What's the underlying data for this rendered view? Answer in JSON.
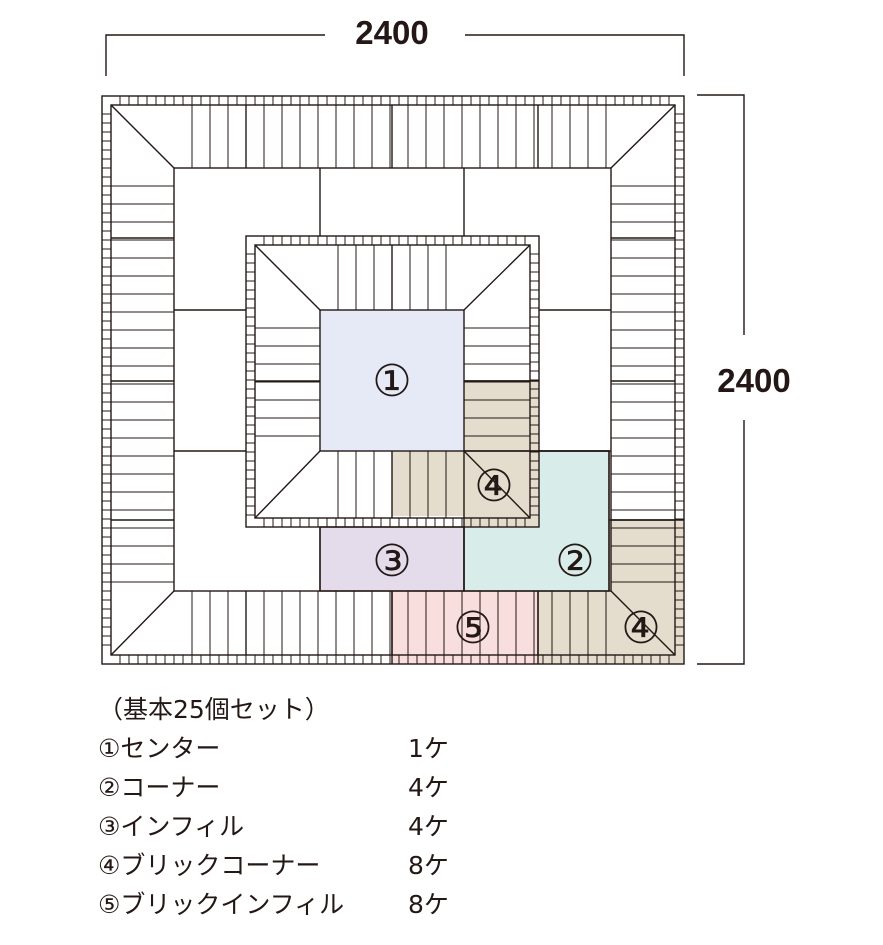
{
  "dimensions": {
    "width_label": "2400",
    "height_label": "2400"
  },
  "regions": [
    {
      "id": "center",
      "marker": "①",
      "color": "#e6eaf6"
    },
    {
      "id": "corner",
      "marker": "②",
      "color": "#d8ede9"
    },
    {
      "id": "infill",
      "marker": "③",
      "color": "#e4dceb"
    },
    {
      "id": "brick-corner",
      "marker": "④",
      "color": "#e4ddcd"
    },
    {
      "id": "brick-infill",
      "marker": "⑤",
      "color": "#f8dedd"
    }
  ],
  "legend": {
    "heading": "（基本25個セット）",
    "items": [
      {
        "name": "①センター",
        "qty": "1ケ"
      },
      {
        "name": "②コーナー",
        "qty": "4ケ"
      },
      {
        "name": "③インフィル",
        "qty": "4ケ"
      },
      {
        "name": "④ブリックコーナー",
        "qty": "8ケ"
      },
      {
        "name": "⑤ブリックインフィル",
        "qty": "8ケ"
      }
    ]
  }
}
